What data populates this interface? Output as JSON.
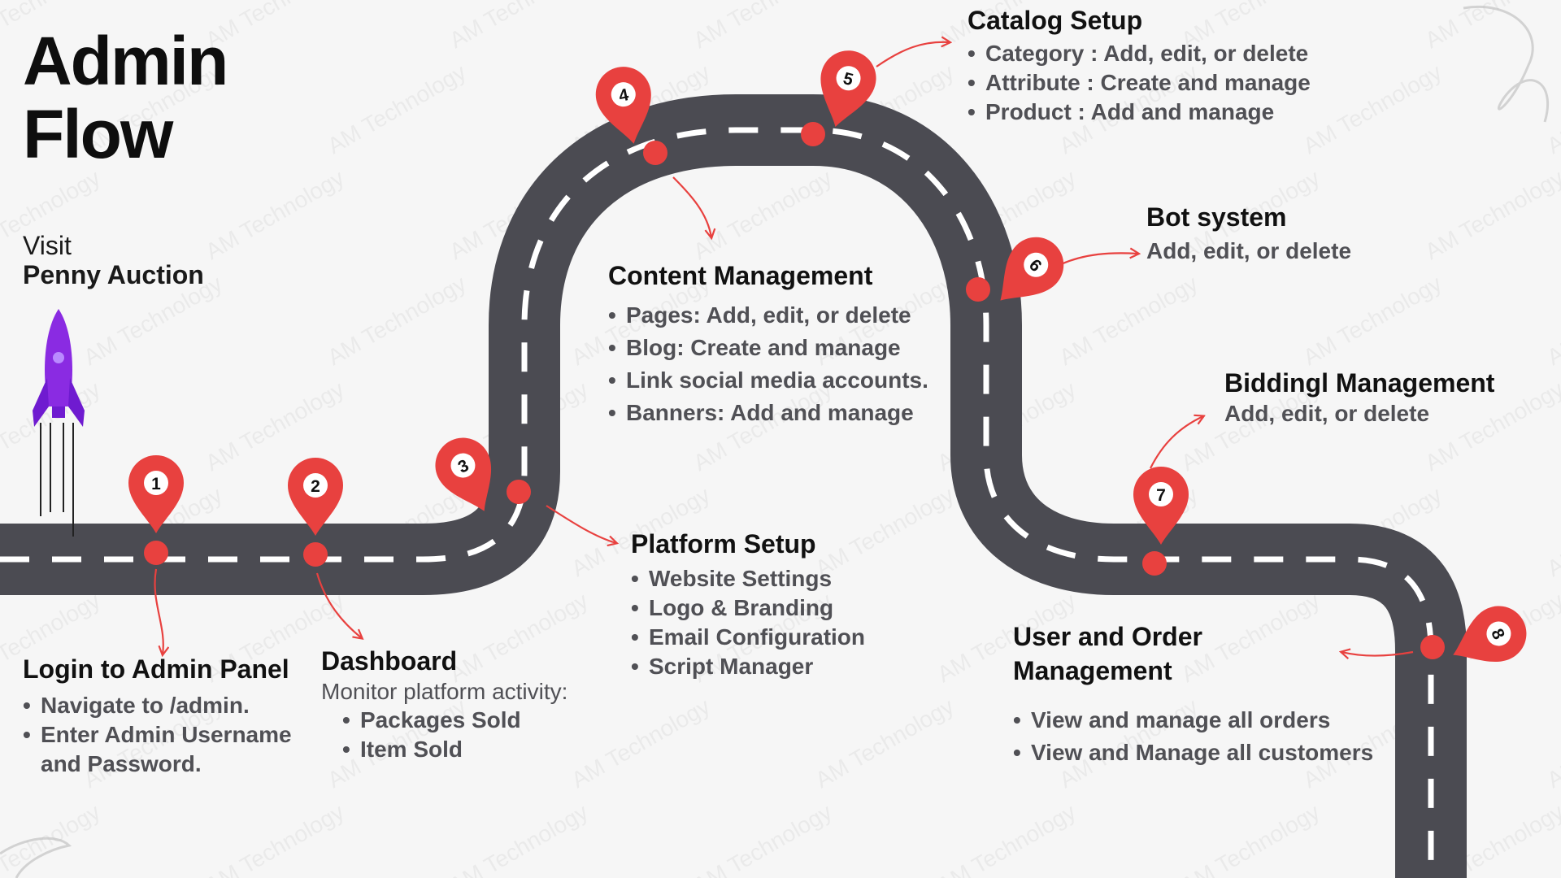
{
  "title": {
    "line1": "Admin",
    "line2": "Flow"
  },
  "visit": {
    "prefix": "Visit",
    "brand": "Penny Auction"
  },
  "watermark": "AM Technology",
  "colors": {
    "road": "#4b4b52",
    "pin": "#e8413f",
    "accent": "#e8413f",
    "rocket": "#8a2be2",
    "bg": "#f6f6f6"
  },
  "icons": {
    "rocket": "rocket-icon",
    "pin": "map-pin-icon"
  },
  "steps": [
    {
      "number": "1",
      "heading": "Login to Admin Panel",
      "items": [
        "Navigate to /admin.",
        "Enter Admin Username",
        "and Password."
      ]
    },
    {
      "number": "2",
      "heading": "Dashboard",
      "description": "Monitor platform activity:",
      "items": [
        "Packages Sold",
        "Item Sold"
      ]
    },
    {
      "number": "3",
      "heading": "Platform Setup",
      "items": [
        "Website Settings",
        "Logo & Branding",
        "Email Configuration",
        "Script Manager"
      ]
    },
    {
      "number": "4",
      "heading": "Content Management",
      "items": [
        "Pages: Add, edit, or delete",
        "Blog: Create and manage",
        "Link social media accounts.",
        "Banners: Add and manage"
      ]
    },
    {
      "number": "5",
      "heading": "Catalog Setup",
      "items": [
        "Category : Add, edit, or delete",
        "Attribute : Create and manage",
        "Product : Add and manage"
      ]
    },
    {
      "number": "6",
      "heading": "Bot system",
      "description": "Add, edit, or delete"
    },
    {
      "number": "7",
      "heading": "Biddingl Management",
      "description": "Add, edit, or delete"
    },
    {
      "number": "8",
      "heading": "User and Order",
      "heading2": "Management",
      "items": [
        "View and manage all orders",
        "View and Manage all customers"
      ]
    }
  ]
}
